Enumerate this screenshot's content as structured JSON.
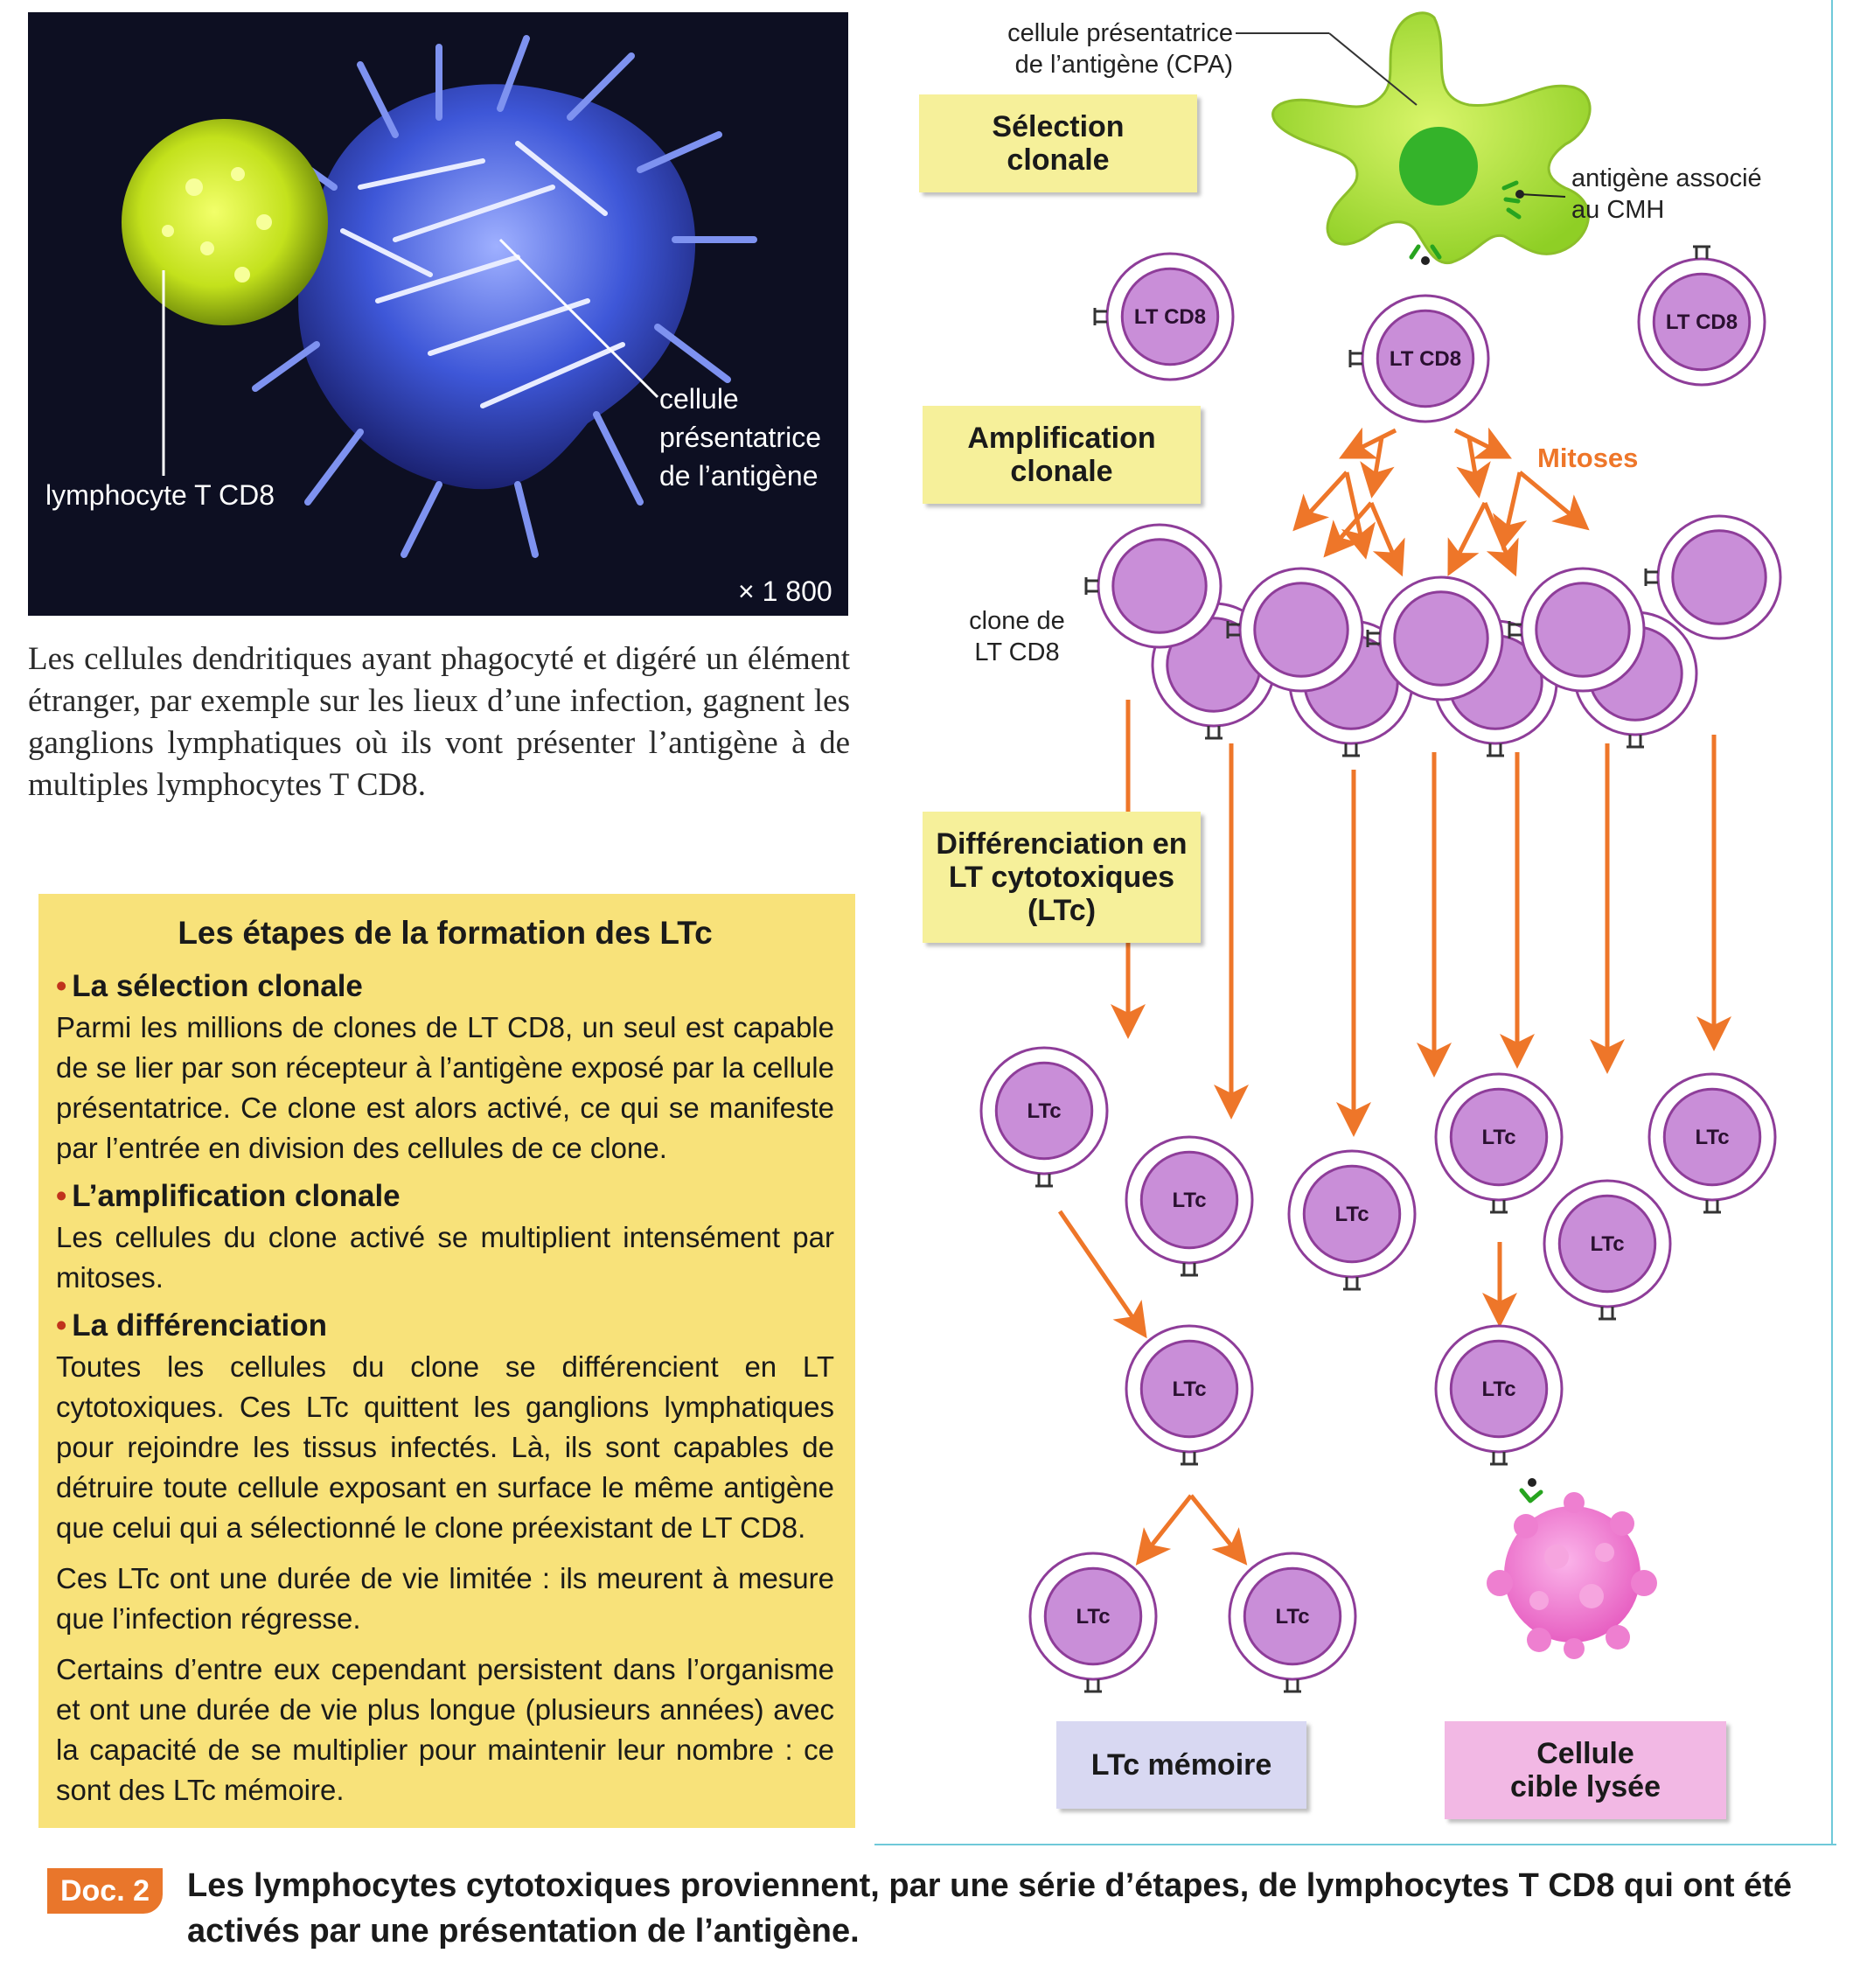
{
  "photo": {
    "label_lymphocyte": "lymphocyte T CD8",
    "label_cpa": [
      "cellule",
      "présentatrice",
      "de l’antigène"
    ],
    "magnification": "× 1 800"
  },
  "caption": "Les cellules dendritiques ayant phagocyté et digéré un élément étranger, par exemple sur les lieux d’une infection, gagnent les ganglions lymphatiques où ils vont présenter l’antigène à de multiples lymphocytes T CD8.",
  "steps_box": {
    "title": "Les étapes de la formation des LTc",
    "sections": [
      {
        "heading": "La sélection clonale",
        "paragraphs": [
          "Parmi les millions de clones de LT CD8, un seul est capable de se lier par son récepteur à l’antigène exposé par la cellule présentatrice. Ce clone est alors activé, ce qui se manifeste par l’entrée en division des cellules de ce clone."
        ]
      },
      {
        "heading": "L’amplification clonale",
        "paragraphs": [
          "Les cellules du clone activé se multiplient intensément par mitoses."
        ]
      },
      {
        "heading": "La différenciation",
        "paragraphs": [
          "Toutes les cellules du clone se différencient en LT cytotoxiques. Ces LTc quittent les ganglions lymphatiques pour rejoindre les tissus infectés. Là, ils sont capables de détruire toute cellule exposant en surface le même antigène que celui qui a sélectionné le clone préexistant de LT CD8.",
          "Ces LTc ont une durée de vie limitée : ils meurent à mesure que l’infection régresse.",
          "Certains d’entre eux cependant persistent dans l’organisme et ont une durée de vie plus longue (plusieurs années) avec la capacité de se multiplier pour maintenir leur nombre : ce sont des LTc mémoire."
        ]
      }
    ]
  },
  "diagram": {
    "cpa_label": [
      "cellule présentatrice",
      "de l’antigène (CPA)"
    ],
    "antigen_label": [
      "antigène associé",
      "au CMH"
    ],
    "stages": {
      "selection": [
        "Sélection",
        "clonale"
      ],
      "amplification": [
        "Amplification",
        "clonale"
      ],
      "differenciation": [
        "Différenciation en",
        "LT cytotoxiques",
        "(LTc)"
      ]
    },
    "mitoses": "Mitoses",
    "clone_label": [
      "clone de",
      "LT CD8"
    ],
    "cell_ltcd8": "LT CD8",
    "cell_ltc": "LTc",
    "memory_box": "LTc mémoire",
    "target_box": [
      "Cellule",
      "cible lysée"
    ],
    "colors": {
      "cell_fill": "#c98ed8",
      "cell_border": "#8e3d99",
      "arrow": "#ee7629",
      "cpa": "#a6df3a",
      "target": "#ee7fd0",
      "stage_box": "#f6f09a",
      "memory_box": "#d8d8f2",
      "target_box": "#f2b8e4"
    }
  },
  "footer": {
    "badge": "Doc. 2",
    "text": "Les lymphocytes cytotoxiques proviennent, par une série d’étapes, de lymphocytes T CD8 qui ont été activés par une présentation de l’antigène."
  }
}
